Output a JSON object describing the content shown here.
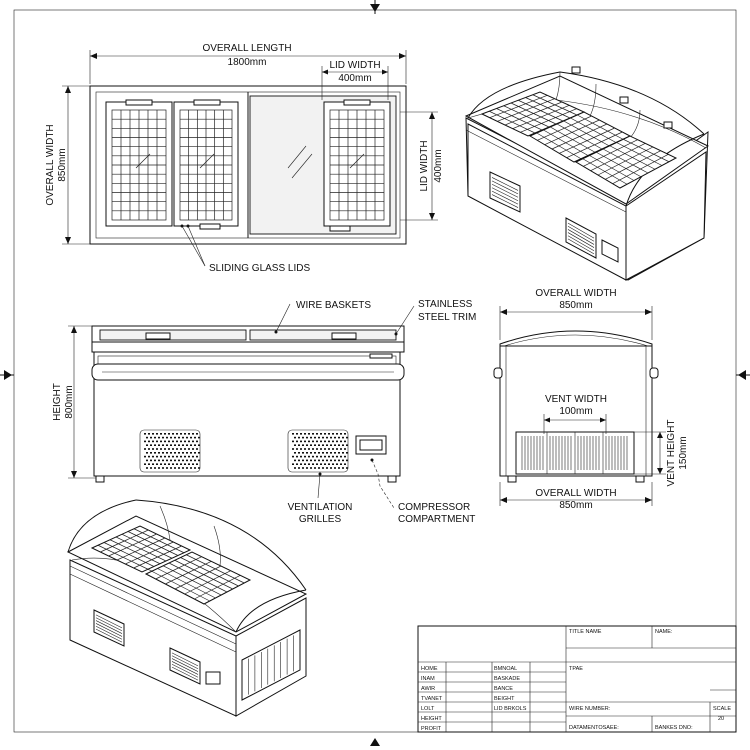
{
  "dimensions": {
    "overall_length_label": "OVERALL LENGTH",
    "overall_length_value": "1800mm",
    "lid_width_label": "LID WIDTH",
    "lid_width_value": "400mm",
    "overall_width_label": "OVERALL WIDTH",
    "overall_width_value": "850mm",
    "lid_width_v_label": "LID WIDTH",
    "lid_width_v_value": "400mm",
    "height_label": "HEIGHT",
    "height_value": "800mm",
    "side_width_top_label": "OVERALL WIDTH",
    "side_width_top_value": "850mm",
    "side_width_bottom_label": "OVERALL WIDTH",
    "side_width_bottom_value": "850mm",
    "vent_width_label": "VENT WIDTH",
    "vent_width_value": "100mm",
    "vent_height_label": "VENT HEIGHT",
    "vent_height_value": "150mm"
  },
  "callouts": {
    "sliding_glass_lids": "SLIDING GLASS LIDS",
    "wire_baskets": "WIRE BASKETS",
    "stainless_1": "STAINLESS",
    "stainless_2": "STEEL TRIM",
    "ventilation_1": "VENTILATION",
    "ventilation_2": "GRILLES",
    "compressor_1": "COMPRESSOR",
    "compressor_2": "COMPARTMENT"
  },
  "title_block": {
    "title_name": "TITLE NAME",
    "name": "NAME:",
    "tpae": "TPAE",
    "rows_left": [
      "HOME",
      "INAM",
      "AWIR",
      "TVANET",
      "LOLT",
      "HEIGHT",
      "PROFIT"
    ],
    "rows_mid": [
      "BMNOAL",
      "BASKADE",
      "BANCE",
      "BEIGHT",
      "LID BRKOLS",
      "",
      ""
    ],
    "wire_number": "WIRE NUMBER:",
    "datasheet": "DATAMENTOSAEE:",
    "banks": "BANKES DNO:",
    "scale": "SCALE",
    "scale_value": "20"
  }
}
